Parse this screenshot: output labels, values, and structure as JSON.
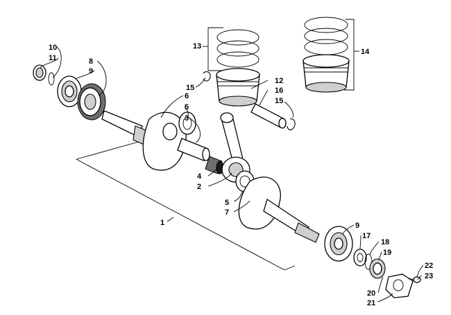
{
  "callouts": {
    "c1": "1",
    "c2": "2",
    "c3": "3",
    "c4": "4",
    "c5a": "5",
    "c5b": "5",
    "c6": "6",
    "c7": "7",
    "c8": "8",
    "c9a": "9",
    "c9b": "9",
    "c10": "10",
    "c11": "11",
    "c12": "12",
    "c13": "13",
    "c14": "14",
    "c15a": "15",
    "c15b": "15",
    "c16": "16",
    "c17": "17",
    "c18": "18",
    "c19": "19",
    "c20": "20",
    "c21": "21",
    "c22": "22",
    "c23": "23"
  }
}
